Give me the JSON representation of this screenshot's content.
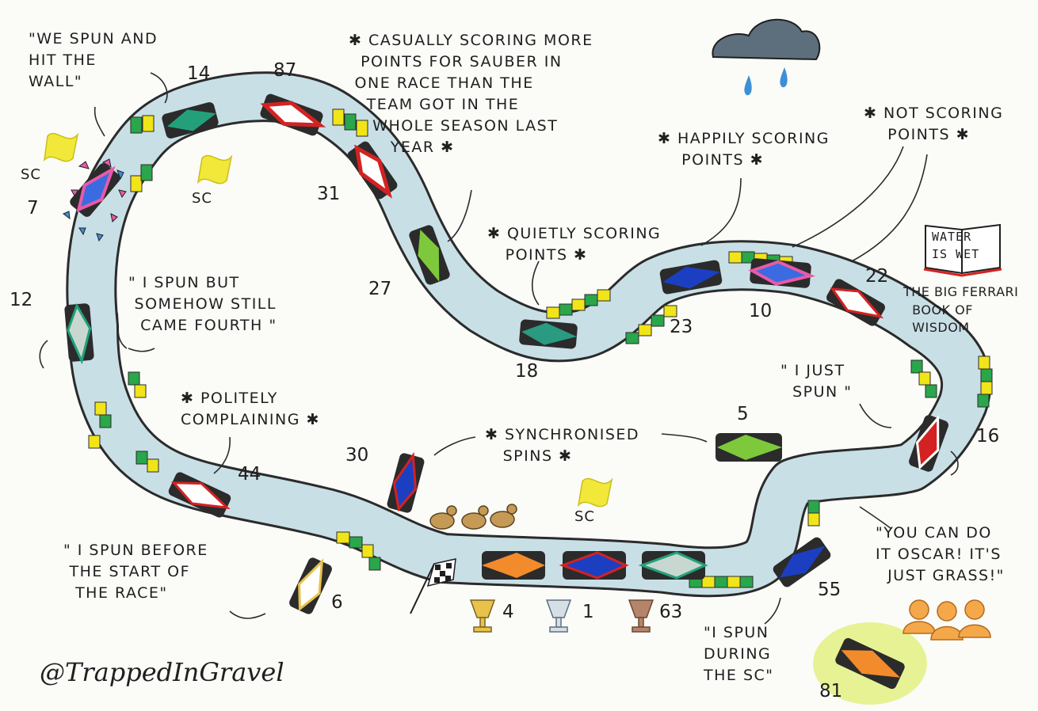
{
  "annotations": {
    "hit_wall": "\"WE SPUN AND\nHIT THE\nWALL\"",
    "sauber": "✱ CASUALLY SCORING MORE\n  POINTS FOR SAUBER IN\n ONE RACE THAN THE\n   TEAM GOT IN THE\n    WHOLE SEASON LAST\n       YEAR ✱",
    "happily": "✱ HAPPILY SCORING\n    POINTS ✱",
    "not_scoring": "✱ NOT SCORING\n    POINTS ✱",
    "quietly": "✱ QUIETLY SCORING\n   POINTS ✱",
    "spun_fourth": "\" I SPUN BUT\n SOMEHOW STILL\n  CAME FOURTH \"",
    "book_title": "THE BIG FERRARI\n  BOOK OF\n  WISDOM",
    "just_spun": "\" I JUST\n  SPUN \"",
    "politely": "✱ POLITELY\nCOMPLAINING ✱",
    "synchronised": "✱ SYNCHRONISED\n   SPINS ✱",
    "before_start": "\" I SPUN BEFORE\n THE START OF\n  THE RACE\"",
    "oscar": "\"YOU CAN DO\nIT OSCAR! IT'S\n  JUST GRASS!\"",
    "during_sc": "\"I SPUN\nDURING\nTHE SC\""
  },
  "book": {
    "line1": "WATER",
    "line2": "IS WET"
  },
  "safety_car_label": "SC",
  "car_numbers": [
    "14",
    "87",
    "31",
    "7",
    "27",
    "18",
    "23",
    "10",
    "22",
    "12",
    "16",
    "5",
    "30",
    "44",
    "6",
    "55",
    "81"
  ],
  "podium": [
    {
      "number": "4",
      "trophy": "gold-trophy-icon",
      "color": "#e8c24a"
    },
    {
      "number": "1",
      "trophy": "silver-trophy-icon",
      "color": "#d7dfe6"
    },
    {
      "number": "63",
      "trophy": "bronze-trophy-icon",
      "color": "#b4856a"
    }
  ],
  "signature": "@TrappedInGravel",
  "colors": {
    "track": "#c9dfe6",
    "kerb_green": "#2aa64b",
    "kerb_yellow": "#f1e419",
    "sc_flag": "#f2e83a",
    "cloud": "#5d6f7d",
    "rain": "#3d8fd6",
    "ducks": "#c49a55",
    "crowd": "#f5a84a",
    "grass_glow": "#e2f07a"
  }
}
